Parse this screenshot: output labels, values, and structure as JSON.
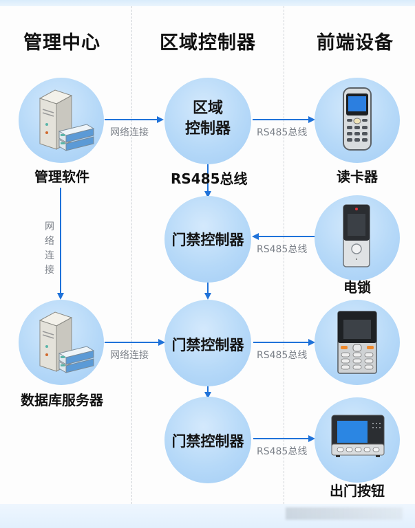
{
  "columns": {
    "management": "管理中心",
    "zone": "区域控制器",
    "frontend": "前端设备"
  },
  "management_nodes": [
    {
      "label": "管理软件",
      "icon": "server-icon"
    },
    {
      "label": "数据库服务器",
      "icon": "server-icon"
    }
  ],
  "zone_controller": {
    "line1": "区域",
    "line2": "控制器"
  },
  "access_controllers": [
    "门禁控制器",
    "门禁控制器",
    "门禁控制器"
  ],
  "frontend_nodes": [
    {
      "label": "读卡器",
      "icon": "card-reader-icon"
    },
    {
      "label": "电锁",
      "icon": "electric-lock-icon"
    },
    {
      "label": "",
      "icon": "keypad-terminal-icon"
    },
    {
      "label": "出门按钮",
      "icon": "exit-button-icon"
    }
  ],
  "edges": {
    "mgmt_to_zone": "网络连接",
    "mgmt_vertical": [
      "网",
      "络",
      "连",
      "接"
    ],
    "db_to_controller": "网络连接",
    "zone_to_reader": "RS485总线",
    "zone_down_bus": "RS485总线",
    "lock_to_controller": "RS485总线",
    "controller_to_keypad": "RS485总线",
    "controller_to_exit": "RS485总线"
  },
  "colors": {
    "arrow": "#1f72d9",
    "node_fill": "#b6d9f8",
    "edge_text": "#7c8189"
  }
}
